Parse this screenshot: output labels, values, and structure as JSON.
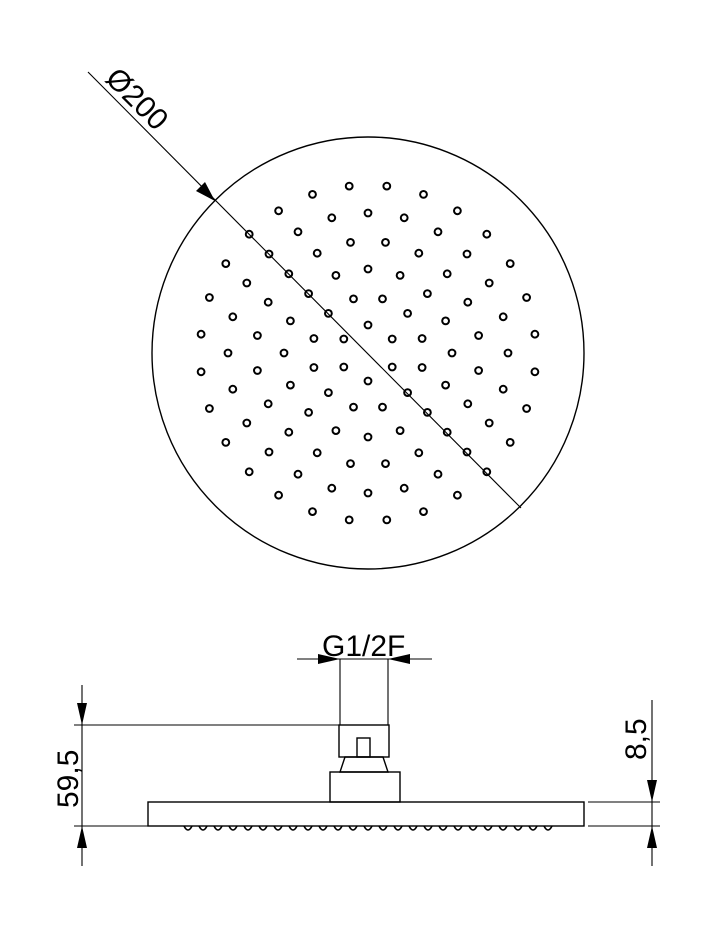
{
  "top_view": {
    "diameter_label": "Ø200"
  },
  "side_view": {
    "thread_label": "G1/2F",
    "height_label": "59,5",
    "plate_thickness_label": "8,5"
  },
  "colors": {
    "line": "#000000",
    "background": "#ffffff"
  }
}
